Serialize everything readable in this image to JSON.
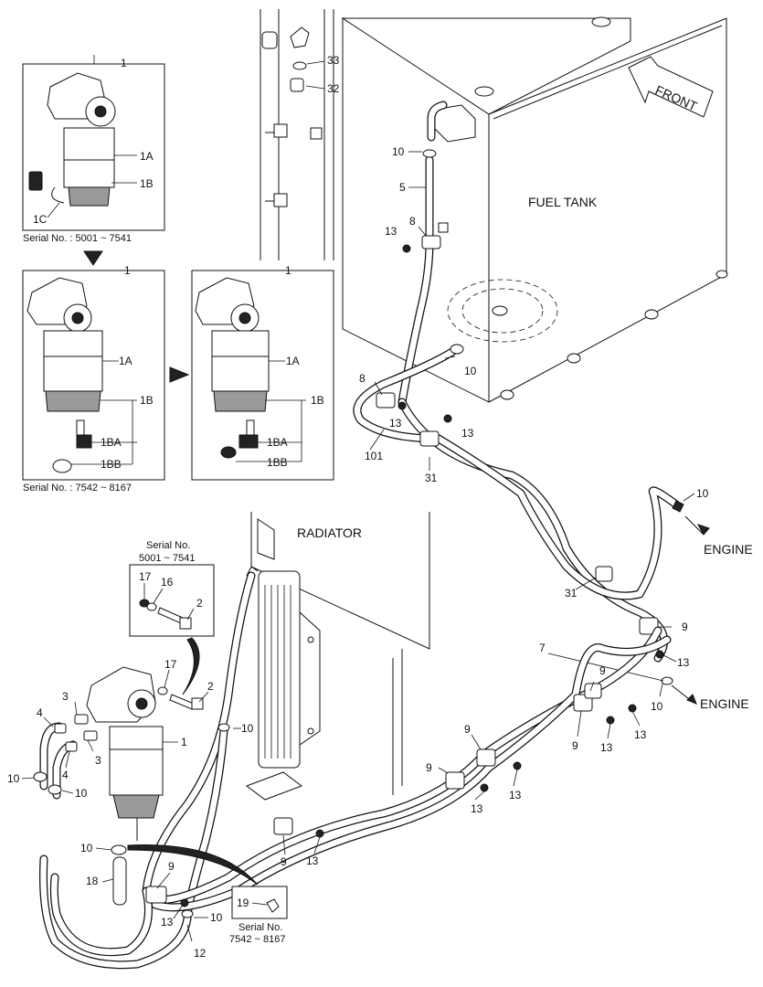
{
  "labels": {
    "fuel_tank": "FUEL TANK",
    "radiator": "RADIATOR",
    "front": "FRONT",
    "engine_1": "ENGINE",
    "engine_2": "ENGINE"
  },
  "serials": {
    "box_a": "Serial No. : 5001 ~ 7541",
    "box_b": "Serial No. : 7542 ~ 8167",
    "inset_top_1": "Serial No.",
    "inset_top_2": "5001 ~ 7541",
    "inset_bot_1": "Serial No.",
    "inset_bot_2": "7542 ~ 8167"
  },
  "callouts": {
    "box_a_1": "1",
    "box_a_1a": "1A",
    "box_a_1b": "1B",
    "box_a_1c": "1C",
    "box_b_1": "1",
    "box_b_1a": "1A",
    "box_b_1b": "1B",
    "box_b_1ba": "1BA",
    "box_b_1bb": "1BB",
    "box_c_1": "1",
    "box_c_1a": "1A",
    "box_c_1b": "1B",
    "box_c_1ba": "1BA",
    "box_c_1bb": "1BB",
    "c33": "33",
    "c32": "32",
    "c10_a": "10",
    "c5": "5",
    "c8_a": "8",
    "c13_a": "13",
    "c10_b": "10",
    "c8_b": "8",
    "c13_b": "13",
    "c13_c": "13",
    "c101": "101",
    "c31_a": "31",
    "c10_c": "10",
    "c31_b": "31",
    "c9_a": "9",
    "c13_d": "13",
    "c7": "7",
    "c10_d": "10",
    "c9_b": "9",
    "c13_e": "13",
    "c9_c": "9",
    "c13_f": "13",
    "c9_d": "9",
    "c13_g": "13",
    "c9_e": "9",
    "c13_h": "13",
    "c9_f": "9",
    "c13_i": "13",
    "c17_a": "17",
    "c16": "16",
    "c2_a": "2",
    "c17_b": "17",
    "c2_b": "2",
    "c1": "1",
    "c3_a": "3",
    "c4_a": "4",
    "c3_b": "3",
    "c4_b": "4",
    "c10_e": "10",
    "c10_f": "10",
    "c10_g": "10",
    "c18": "18",
    "c10_h": "10",
    "c9_g": "9",
    "c13_j": "13",
    "c10_i": "10",
    "c12": "12",
    "c19": "19"
  }
}
